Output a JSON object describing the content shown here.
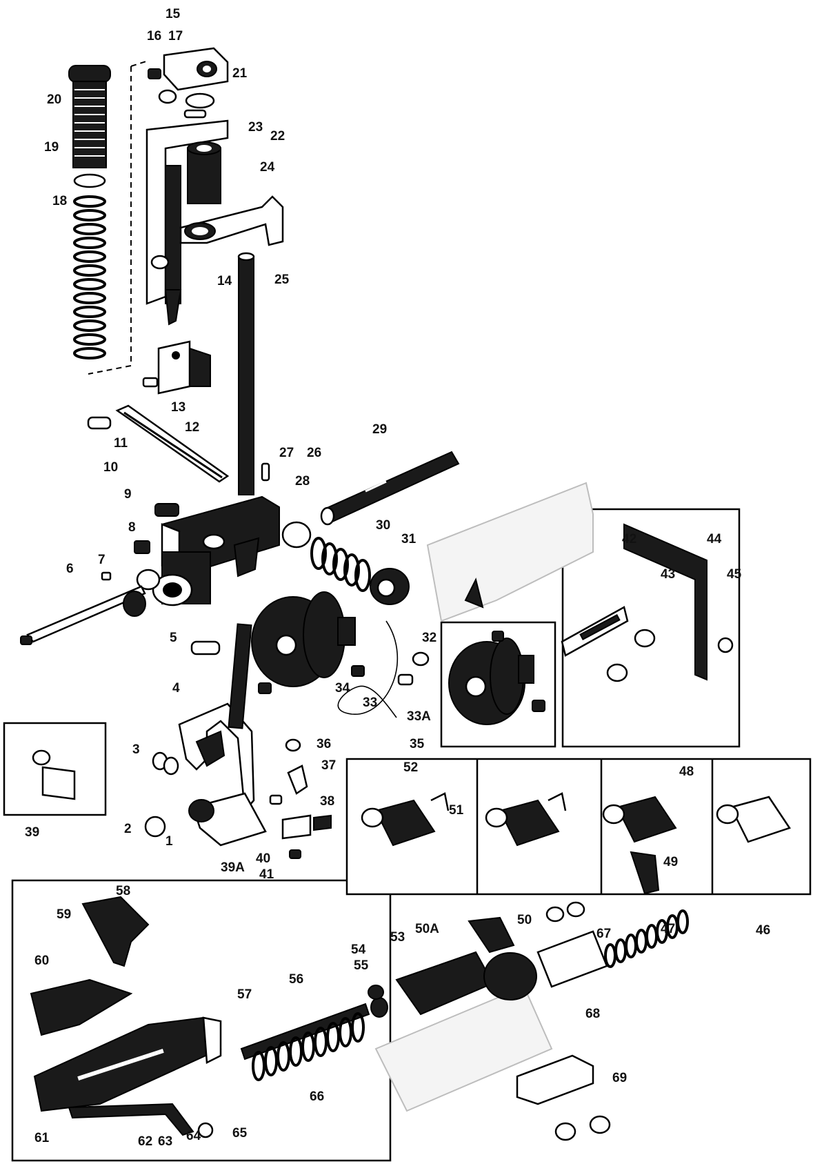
{
  "labels": [
    "1",
    "2",
    "3",
    "4",
    "5",
    "6",
    "7",
    "8",
    "9",
    "10",
    "11",
    "12",
    "13",
    "14",
    "15",
    "16",
    "17",
    "18",
    "19",
    "20",
    "21",
    "22",
    "23",
    "24",
    "25",
    "26",
    "27",
    "28",
    "29",
    "30",
    "31",
    "32",
    "33",
    "33A",
    "34",
    "35",
    "36",
    "37",
    "38",
    "39",
    "39A",
    "40",
    "41",
    "42",
    "43",
    "44",
    "45",
    "46",
    "47",
    "48",
    "49",
    "50",
    "50A",
    "51",
    "52",
    "53",
    "54",
    "55",
    "56",
    "57",
    "58",
    "59",
    "60",
    "61",
    "62",
    "63",
    "64",
    "65",
    "66",
    "67",
    "68",
    "69"
  ]
}
